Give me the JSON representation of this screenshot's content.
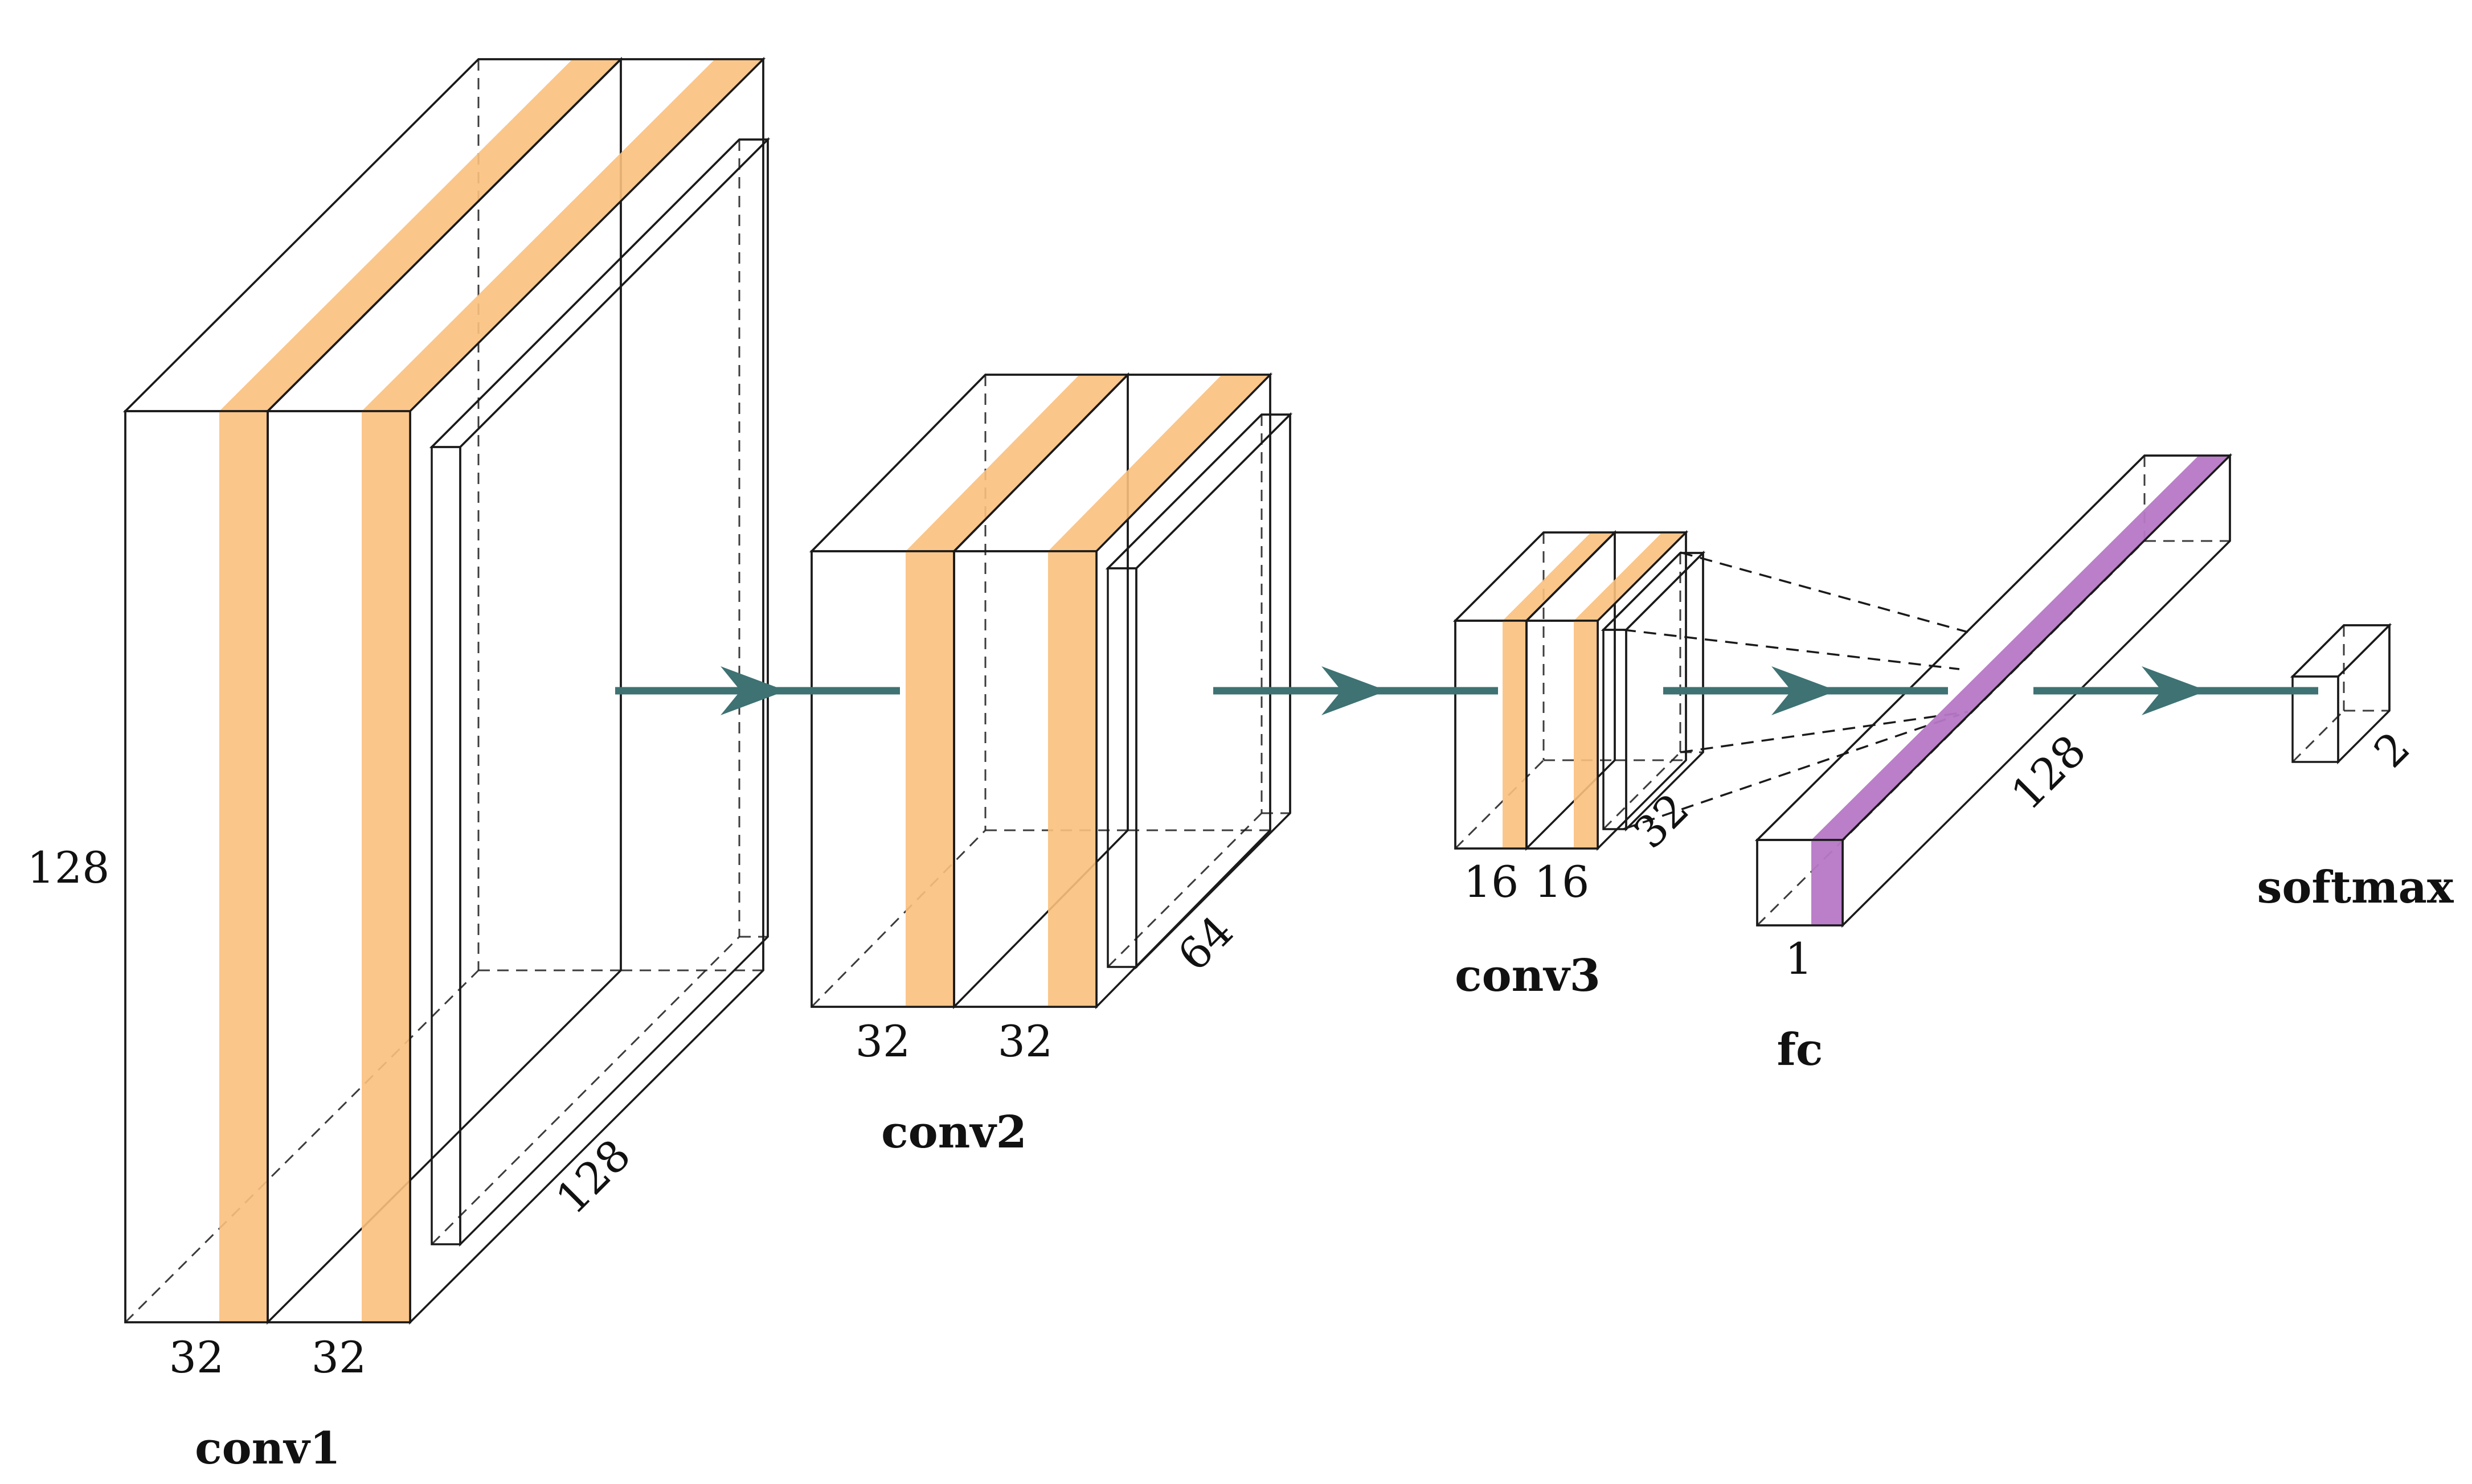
{
  "colors": {
    "conv_light": "#fdebc0",
    "conv_band": "#fbc07d",
    "pool": "#e05a37",
    "fc_light": "#d7bce7",
    "fc_dark": "#b678c5",
    "softmax": "#7d2d8a",
    "arrow": "#3e7273"
  },
  "layers": {
    "conv1": {
      "title": "conv1",
      "height_label": "128",
      "width_labels": [
        "32",
        "32"
      ],
      "depth_label": "128"
    },
    "conv2": {
      "title": "conv2",
      "width_labels": [
        "32",
        "32"
      ],
      "depth_label": "64"
    },
    "conv3": {
      "title": "conv3",
      "width_labels": [
        "16",
        "16"
      ],
      "depth_label": "32"
    },
    "fc": {
      "title": "fc",
      "width_label": "1",
      "depth_label": "128"
    },
    "softmax": {
      "title": "softmax",
      "depth_label": "2"
    }
  }
}
